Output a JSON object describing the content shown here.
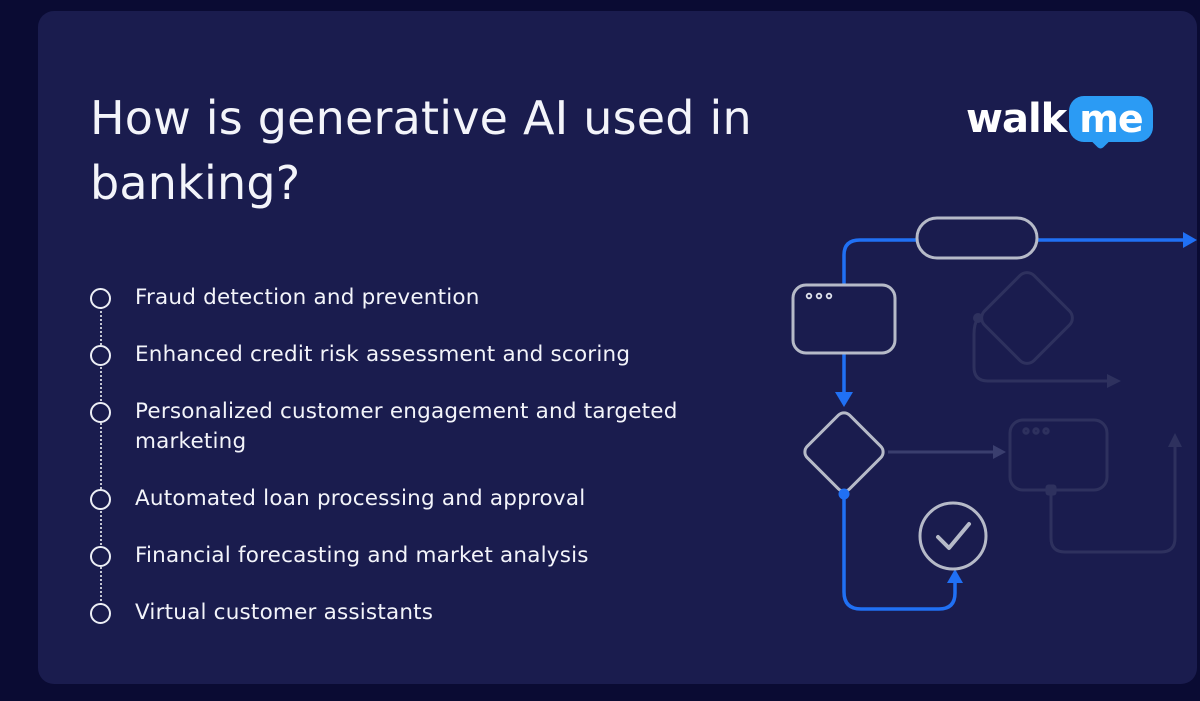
{
  "title": {
    "line1": "How is generative AI used in",
    "line2": "banking?"
  },
  "logo": {
    "word": "walk",
    "bubble": "me"
  },
  "list": {
    "items": [
      {
        "text": "Fraud detection and prevention"
      },
      {
        "text": "Enhanced credit risk assessment and scoring"
      },
      {
        "text": "Personalized customer engagement and targeted marketing"
      },
      {
        "text": "Automated loan processing and approval"
      },
      {
        "text": "Financial forecasting and market analysis"
      },
      {
        "text": "Virtual customer assistants"
      }
    ]
  },
  "flowchart": {
    "nodes": [
      "pill-node",
      "browser-window",
      "decision-diamond",
      "check-circle",
      "faded-decision-diamond",
      "faded-browser-window"
    ],
    "accent_color": "#2070f4"
  },
  "colors": {
    "outer_background": "#0a0b33",
    "card_background": "#1a1c4e",
    "text": "#f3f4fa",
    "accent_blue": "#2070f4",
    "logo_blue": "#2b9bf4",
    "shape_stroke": "#b6bac8",
    "faded_stroke": "#2e315e"
  }
}
